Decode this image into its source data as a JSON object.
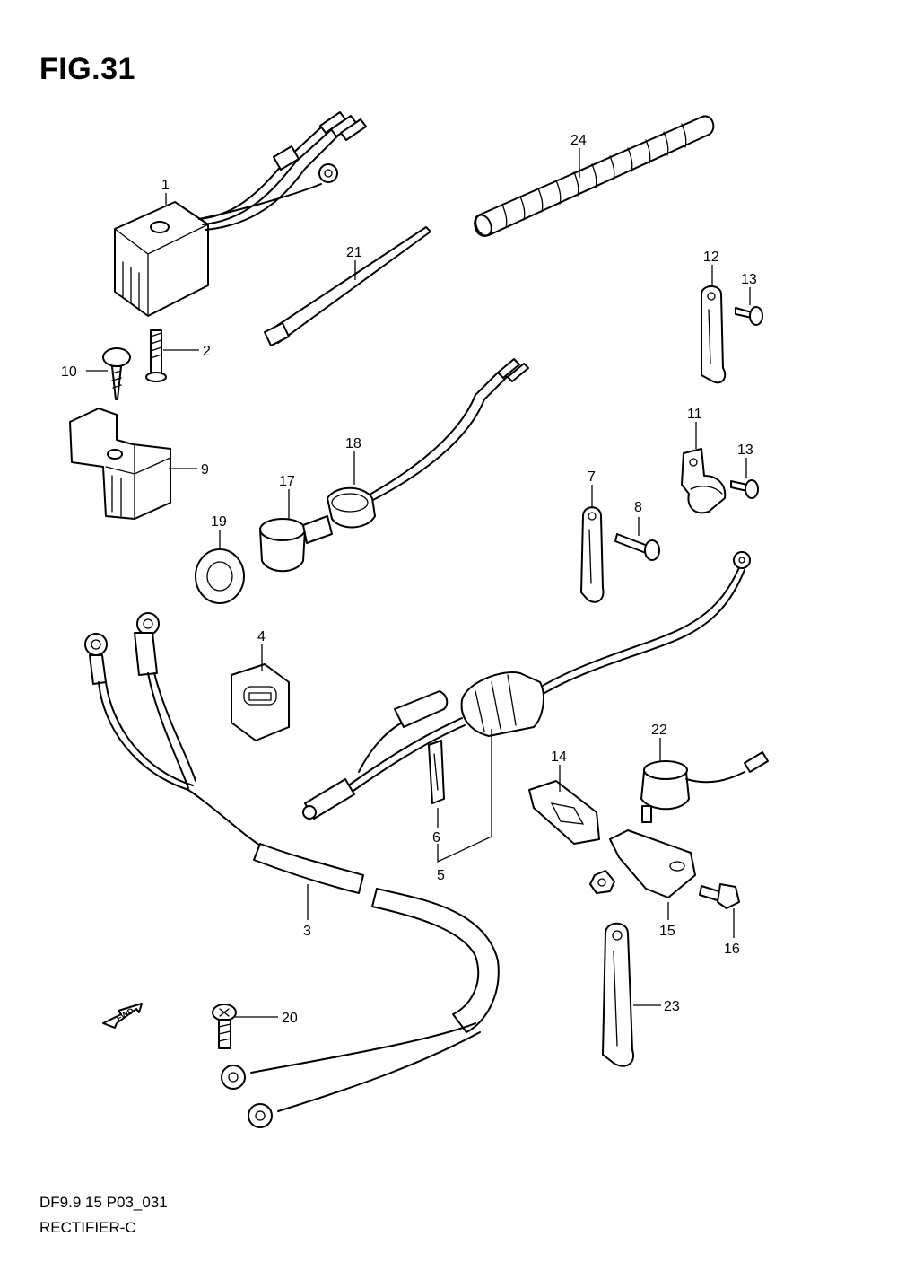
{
  "figure": {
    "title": "FIG.31",
    "code": "DF9.9 15 P03_031",
    "name": "RECTIFIER-C"
  },
  "fwd_label": "FWD",
  "callouts": {
    "c1": "1",
    "c2": "2",
    "c3": "3",
    "c4": "4",
    "c5": "5",
    "c6": "6",
    "c7": "7",
    "c8": "8",
    "c9": "9",
    "c10": "10",
    "c11": "11",
    "c12": "12",
    "c13a": "13",
    "c13b": "13",
    "c14": "14",
    "c15": "15",
    "c16": "16",
    "c17": "17",
    "c18": "18",
    "c19": "19",
    "c20": "20",
    "c21": "21",
    "c22": "22",
    "c23": "23",
    "c24": "24"
  }
}
